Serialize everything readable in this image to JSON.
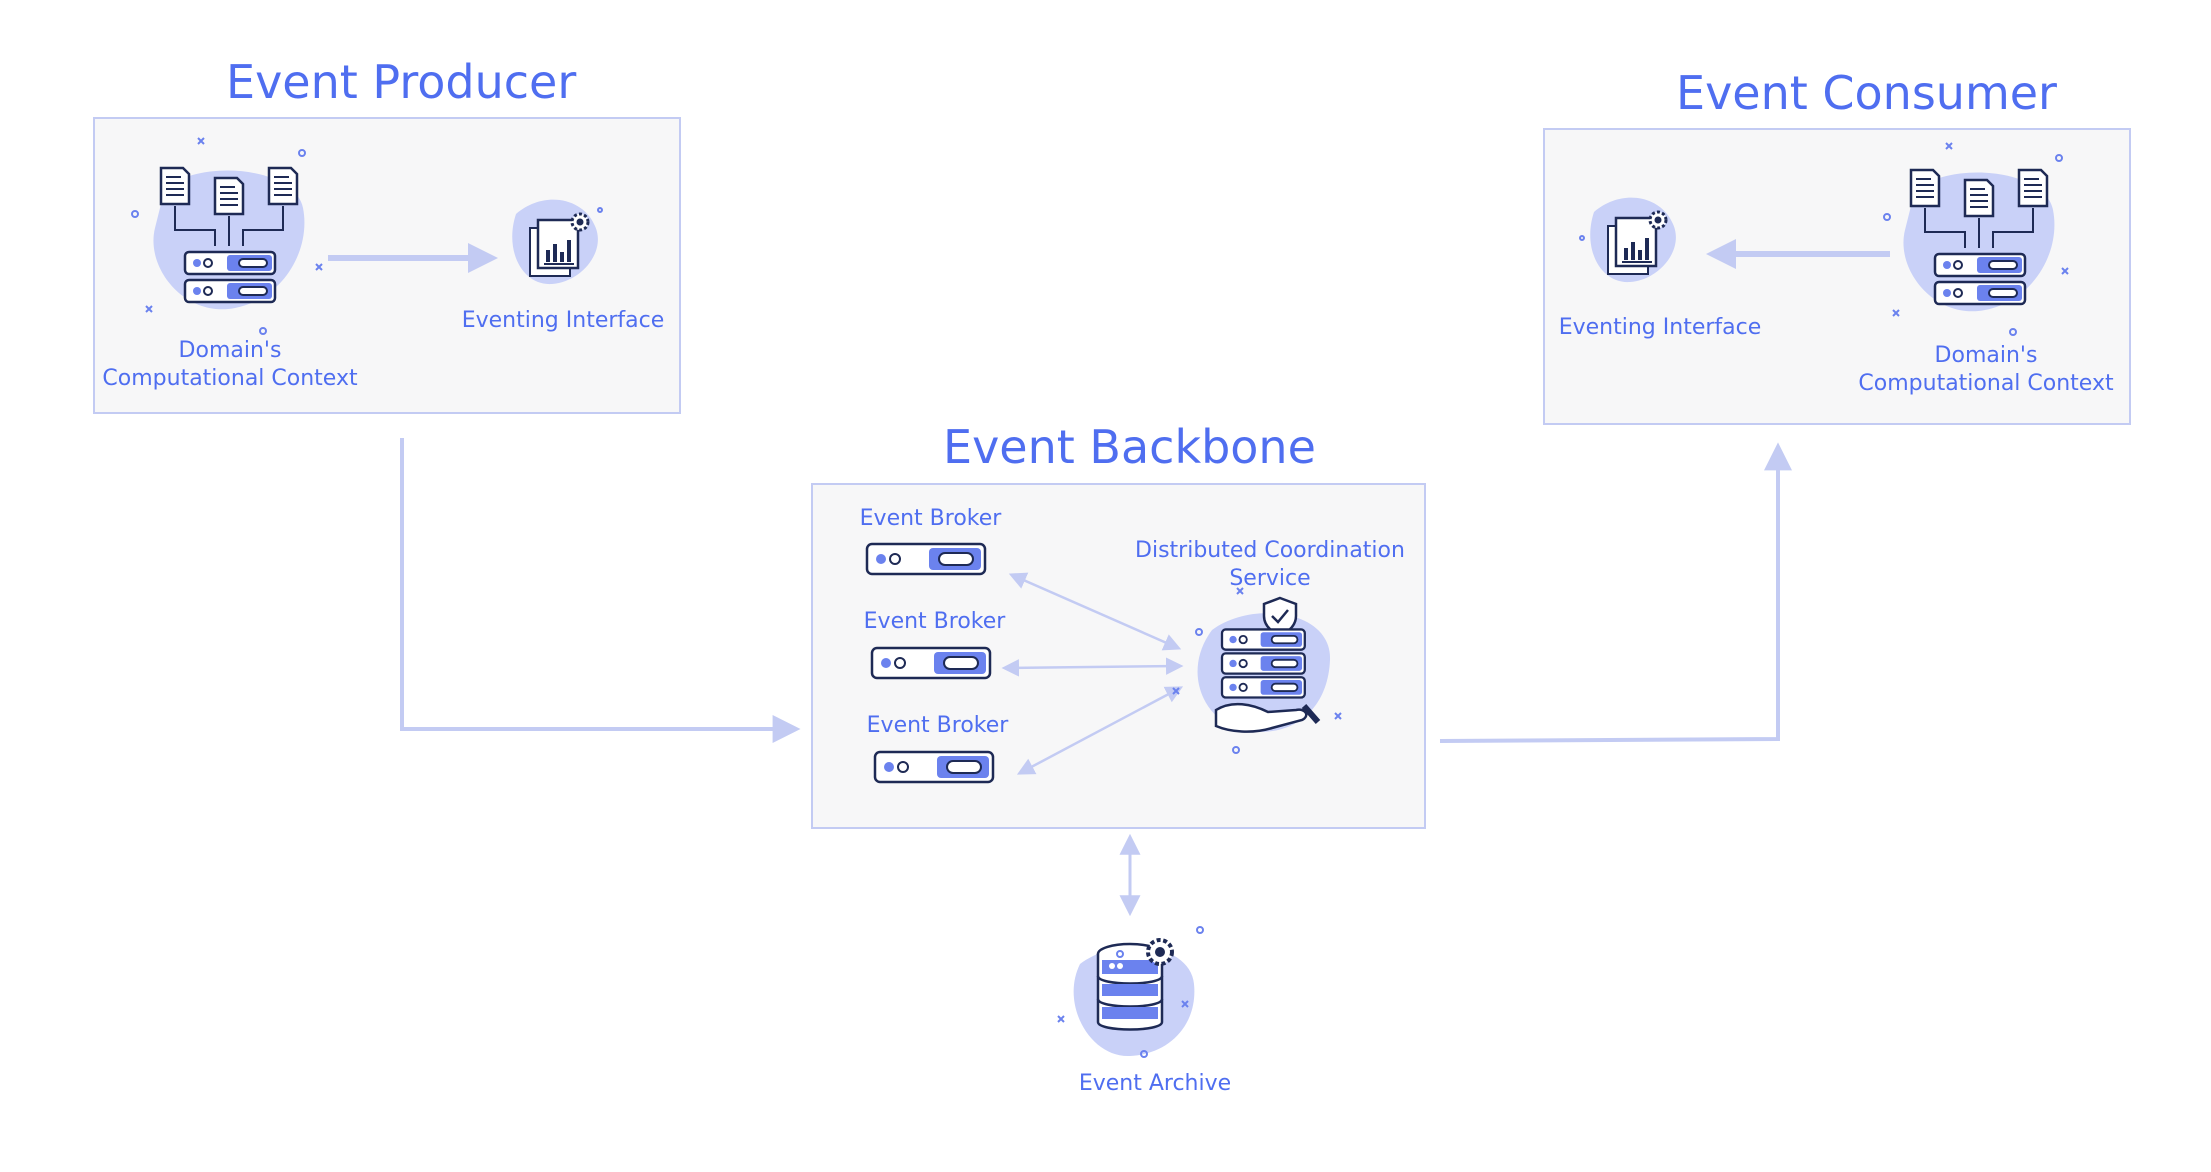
{
  "producer": {
    "title": "Event Producer",
    "context_label_line1": "Domain's",
    "context_label_line2": "Computational Context",
    "interface_label": "Eventing Interface"
  },
  "consumer": {
    "title": "Event Consumer",
    "context_label_line1": "Domain's",
    "context_label_line2": "Computational Context",
    "interface_label": "Eventing Interface"
  },
  "backbone": {
    "title": "Event Backbone",
    "brokers": [
      "Event Broker",
      "Event Broker",
      "Event Broker"
    ],
    "coordination_line1": "Distributed Coordination",
    "coordination_line2": "Service"
  },
  "archive": {
    "label": "Event Archive"
  },
  "colors": {
    "accent": "#4f6ef0",
    "connector": "#c3cbf3",
    "panel": "#f7f7f8",
    "icon_fill": "#b9c3f6",
    "icon_stroke": "#1e2a55"
  }
}
